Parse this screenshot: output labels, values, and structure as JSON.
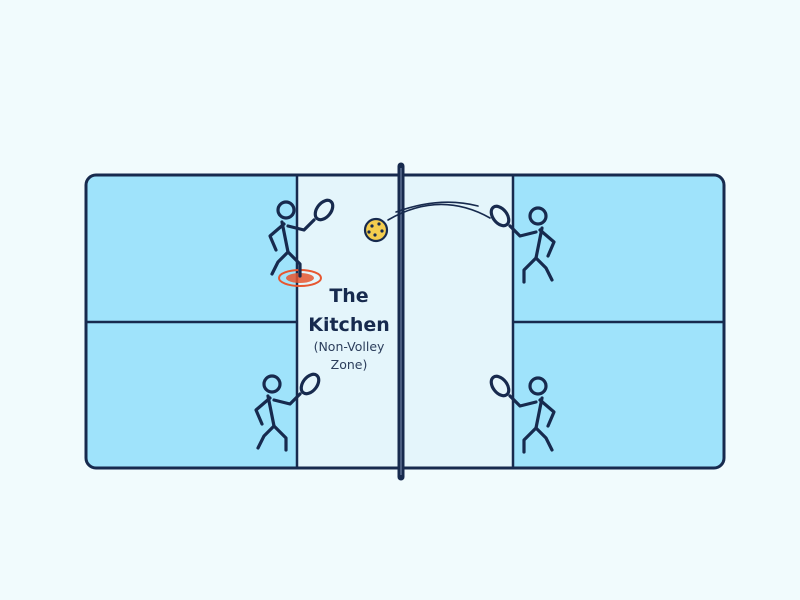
{
  "diagram": {
    "kitchen_label": {
      "title_line1": "The",
      "title_line2": "Kitchen",
      "subtitle_line1": "(Non-Volley",
      "subtitle_line2": "Zone)"
    },
    "colors": {
      "background": "#f1fbfd",
      "court_blue": "#9fe3fb",
      "kitchen_zone": "#e4f5fb",
      "line": "#172a4e",
      "foot_fault_marker": "#e7562f",
      "ball": "#f4cd4e"
    },
    "icons": [
      "player-icon",
      "paddle-icon",
      "pickleball-icon",
      "foot-fault-marker-icon",
      "net-icon"
    ]
  }
}
